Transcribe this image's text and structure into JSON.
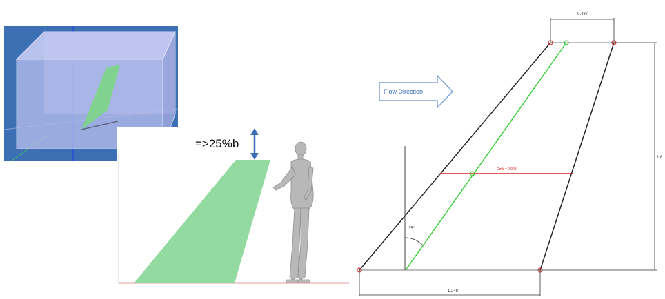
{
  "colors": {
    "viewport_bg": "#3d6fb5",
    "box_fill": "#b9c0ee",
    "wing_green": "#7ed38a",
    "line_green": "#3ccf3c",
    "chord_red": "#e02020",
    "pivot_red": "#e03030",
    "arrow_blue": "#4a7fc0",
    "arrow_outline": "#7ea6d8",
    "dim_line": "#333333"
  },
  "panel_3d": {
    "icon": "3d-viewport-icon"
  },
  "panel_human": {
    "clearance_label": "=>25%b",
    "person_icon": "standing-person-icon"
  },
  "panel_cad": {
    "flow_direction_label": "Flow Direction",
    "top_dimension": "0.437",
    "height_dimension": "1.6",
    "chord_label": "Cmk = 0.908",
    "sweep_angle": "35°",
    "bottom_dimension": "1.248"
  }
}
